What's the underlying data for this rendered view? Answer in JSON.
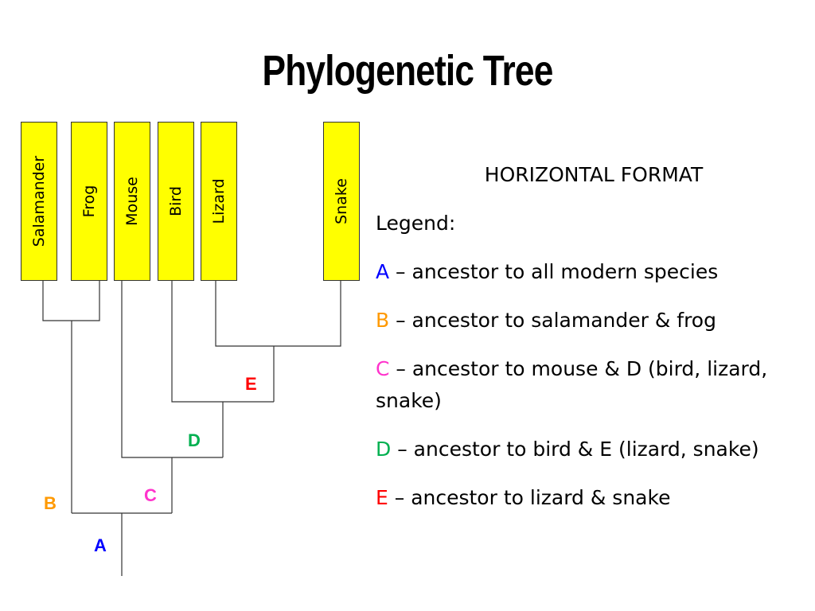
{
  "title": "Phylogenetic Tree",
  "species": [
    "Salamander",
    "Frog",
    "Mouse",
    "Bird",
    "Lizard",
    "Snake"
  ],
  "nodes": {
    "A": {
      "label": "A",
      "color": "#0000ff"
    },
    "B": {
      "label": "B",
      "color": "#ff9900"
    },
    "C": {
      "label": "C",
      "color": "#ff33cc"
    },
    "D": {
      "label": "D",
      "color": "#00b050"
    },
    "E": {
      "label": "E",
      "color": "#ff0000"
    }
  },
  "box_color": "#ffff00",
  "legend": {
    "heading": "HORIZONTAL FORMAT",
    "caption": "Legend:",
    "entries": [
      {
        "letter": "A",
        "color": "#0000ff",
        "text": " – ancestor to all modern species"
      },
      {
        "letter": "B",
        "color": "#ff9900",
        "text": " – ancestor to salamander & frog"
      },
      {
        "letter": "C",
        "color": "#ff33cc",
        "text": " – ancestor to mouse & D (bird, lizard, snake)"
      },
      {
        "letter": "D",
        "color": "#00b050",
        "text": " – ancestor to bird & E (lizard, snake)"
      },
      {
        "letter": "E",
        "color": "#ff0000",
        "text": " – ancestor to lizard & snake"
      }
    ]
  }
}
